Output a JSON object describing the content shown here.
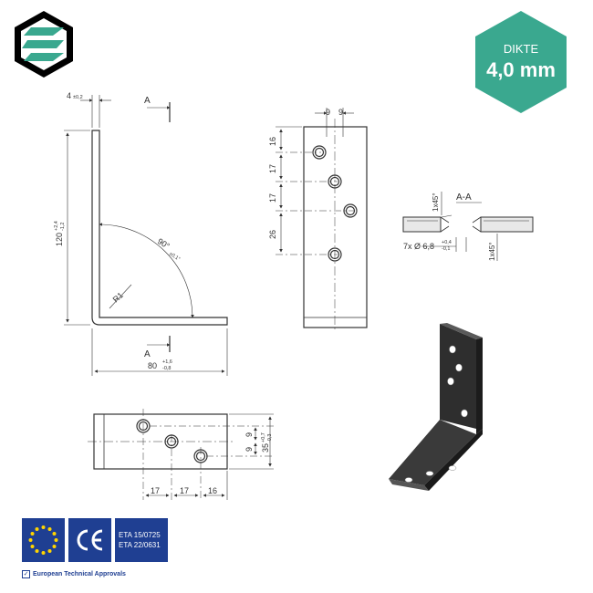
{
  "badge": {
    "title": "DIKTE",
    "value": "4,0 mm",
    "color": "#3aa88f"
  },
  "logo": {
    "colors": [
      "#000000",
      "#3aa88f"
    ]
  },
  "side_view": {
    "thickness": "4",
    "thickness_tol": "±0,2",
    "height": "120",
    "height_tol_upper": "+2,4",
    "height_tol_lower": "-1,2",
    "width": "80",
    "width_tol_upper": "+1,6",
    "width_tol_lower": "-0,8",
    "angle": "90°",
    "angle_tol": "±0,1°",
    "radius": "R1",
    "section_mark": "A"
  },
  "vertical_view": {
    "top_dims": [
      "9",
      "9"
    ],
    "left_dims": [
      "16",
      "17",
      "17",
      "26"
    ]
  },
  "section_view": {
    "title": "A-A",
    "chamfer_top": "1x45°",
    "chamfer_bottom": "1x45°",
    "hole_spec": "7x Ø 6,8",
    "hole_tol_upper": "+0,4",
    "hole_tol_lower": "-0,1"
  },
  "horizontal_view": {
    "right_dims": [
      "9",
      "9"
    ],
    "total": "35",
    "total_tol_upper": "+0,7",
    "total_tol_lower": "-0,3",
    "bottom_dims": [
      "17",
      "17",
      "16"
    ]
  },
  "approvals": {
    "eta_lines": [
      "ETA 15/0725",
      "ETA 22/0631"
    ],
    "ce_text": "CE",
    "caption": "European Technical Approvals",
    "eu_blue": "#1f3f92",
    "star_color": "#ffd400"
  }
}
